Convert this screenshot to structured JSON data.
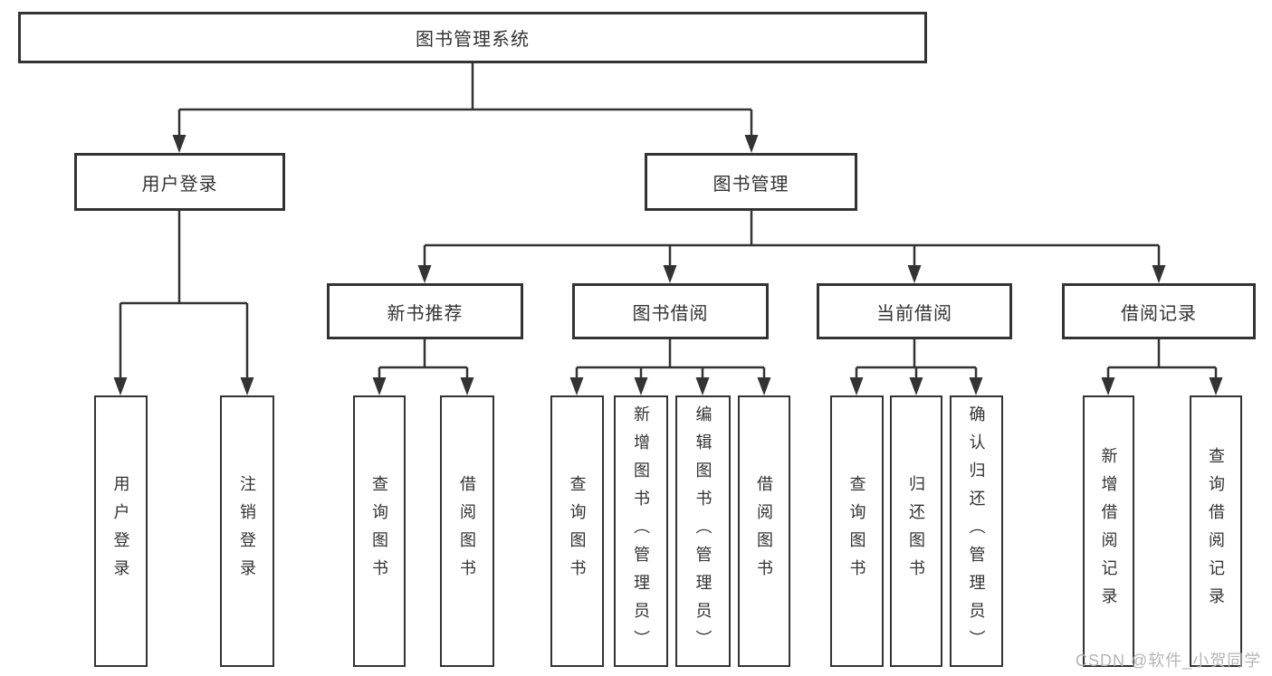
{
  "diagram": {
    "root": {
      "label": "图书管理系统"
    },
    "level2": [
      {
        "label": "用户登录"
      },
      {
        "label": "图书管理"
      }
    ],
    "level3": [
      {
        "label": "新书推荐"
      },
      {
        "label": "图书借阅"
      },
      {
        "label": "当前借阅"
      },
      {
        "label": "借阅记录"
      }
    ],
    "leaves": {
      "user_login": [
        {
          "label": "用户登录"
        },
        {
          "label": "注销登录"
        }
      ],
      "new_book_rec": [
        {
          "label": "查询图书"
        },
        {
          "label": "借阅图书"
        }
      ],
      "book_borrow": [
        {
          "label": "查询图书"
        },
        {
          "label": "新增图书（管理员）"
        },
        {
          "label": "编辑图书（管理员）"
        },
        {
          "label": "借阅图书"
        }
      ],
      "current_borrow": [
        {
          "label": "查询图书"
        },
        {
          "label": "归还图书"
        },
        {
          "label": "确认归还（管理员）"
        }
      ],
      "borrow_records": [
        {
          "label": "新增借阅记录"
        },
        {
          "label": "查询借阅记录"
        }
      ]
    }
  },
  "watermark": {
    "text": "CSDN @软件_小贺同学"
  },
  "colors": {
    "line": "#333333",
    "box_border": "#333333",
    "text": "#333333",
    "watermark": "#b5b5b5",
    "background": "#ffffff"
  }
}
